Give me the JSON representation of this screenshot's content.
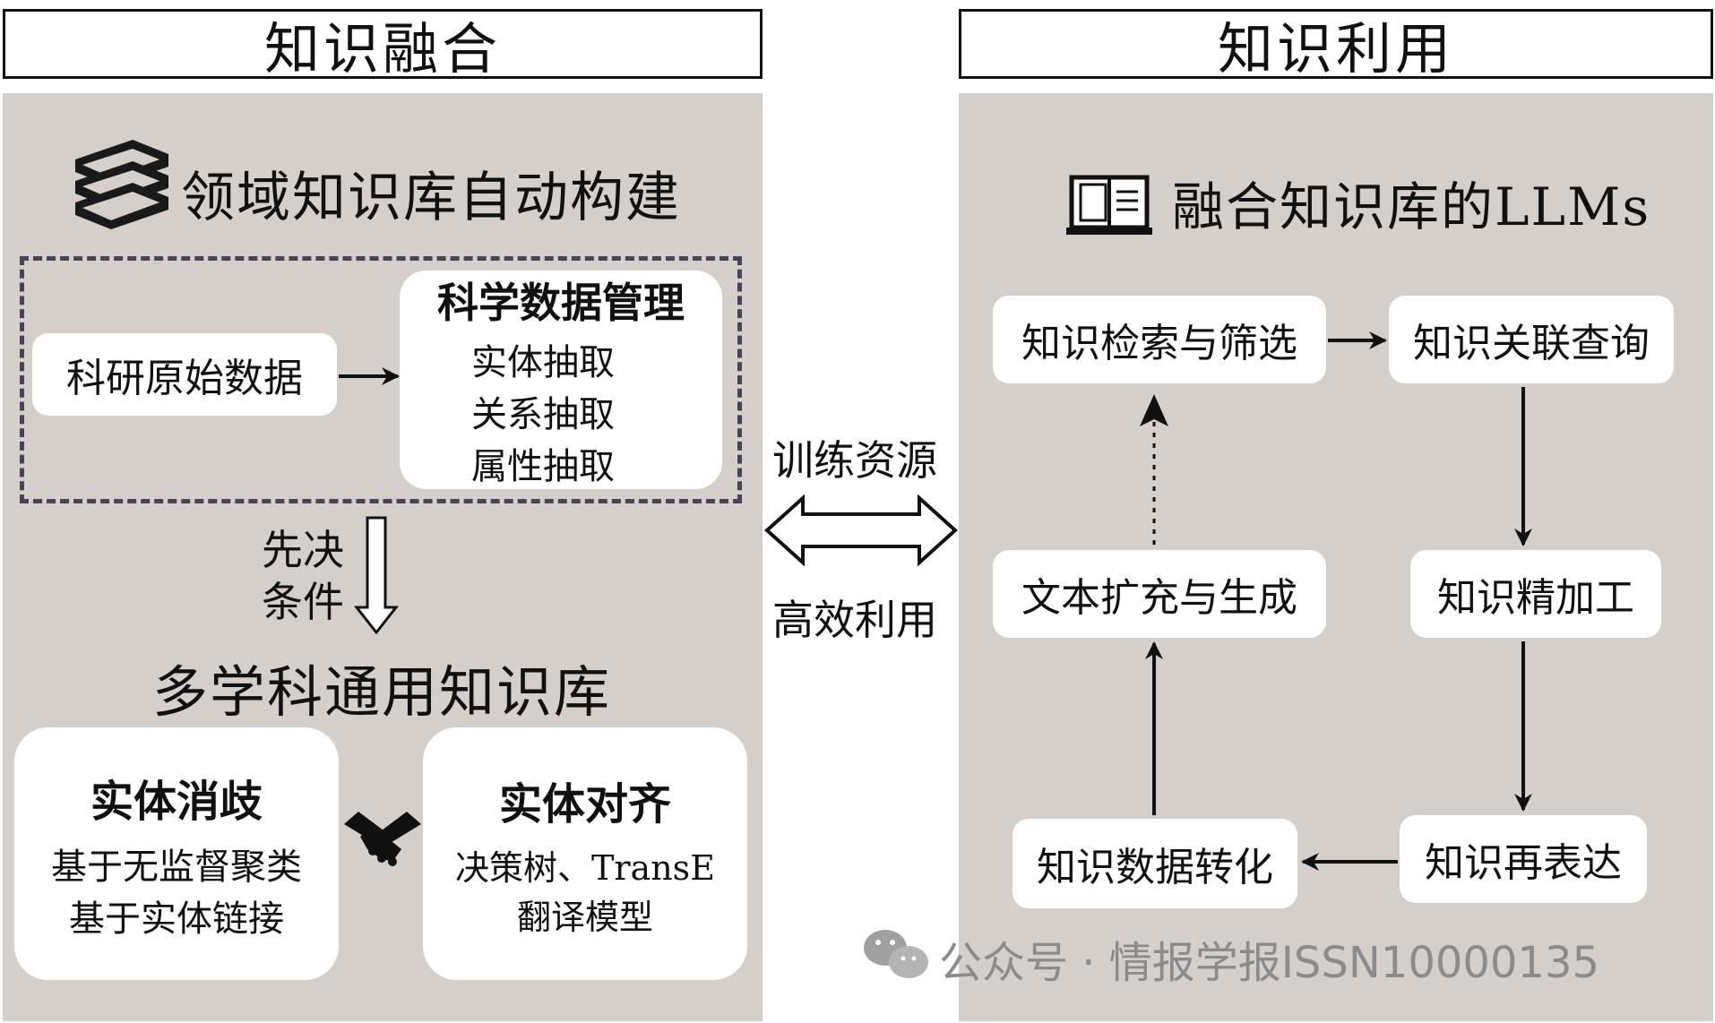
{
  "left": {
    "header": "知识融合",
    "section_title": "领域知识库自动构建",
    "raw_data": "科研原始数据",
    "sci_data": {
      "title": "科学数据管理",
      "items": [
        "实体抽取",
        "关系抽取",
        "属性抽取"
      ]
    },
    "prerequisite": [
      "先决",
      "条件"
    ],
    "kb_title": "多学科通用知识库",
    "entity_resolution": {
      "title": "实体消歧",
      "lines": [
        "基于无监督聚类",
        "基于实体链接"
      ]
    },
    "entity_alignment": {
      "title": "实体对齐",
      "lines": [
        "决策树、TransE",
        "翻译模型"
      ]
    }
  },
  "middle": {
    "top": "训练资源",
    "bottom": "高效利用"
  },
  "right": {
    "header": "知识利用",
    "section_title": "融合知识库的LLMs",
    "steps": {
      "retrieval": "知识检索与筛选",
      "association": "知识关联查询",
      "refining": "知识精加工",
      "reexpression": "知识再表达",
      "conversion": "知识数据转化",
      "generation": "文本扩充与生成"
    }
  },
  "watermark": "公众号 · 情报学报ISSN10000135",
  "colors": {
    "panel": "#d5cfcc",
    "box": "#ffffff",
    "line": "#111111",
    "dash": "#4a4356",
    "watermark": "#8b8b8b"
  },
  "icons": [
    "books-icon",
    "handshake-icon",
    "book-icon",
    "wechat-icon"
  ]
}
